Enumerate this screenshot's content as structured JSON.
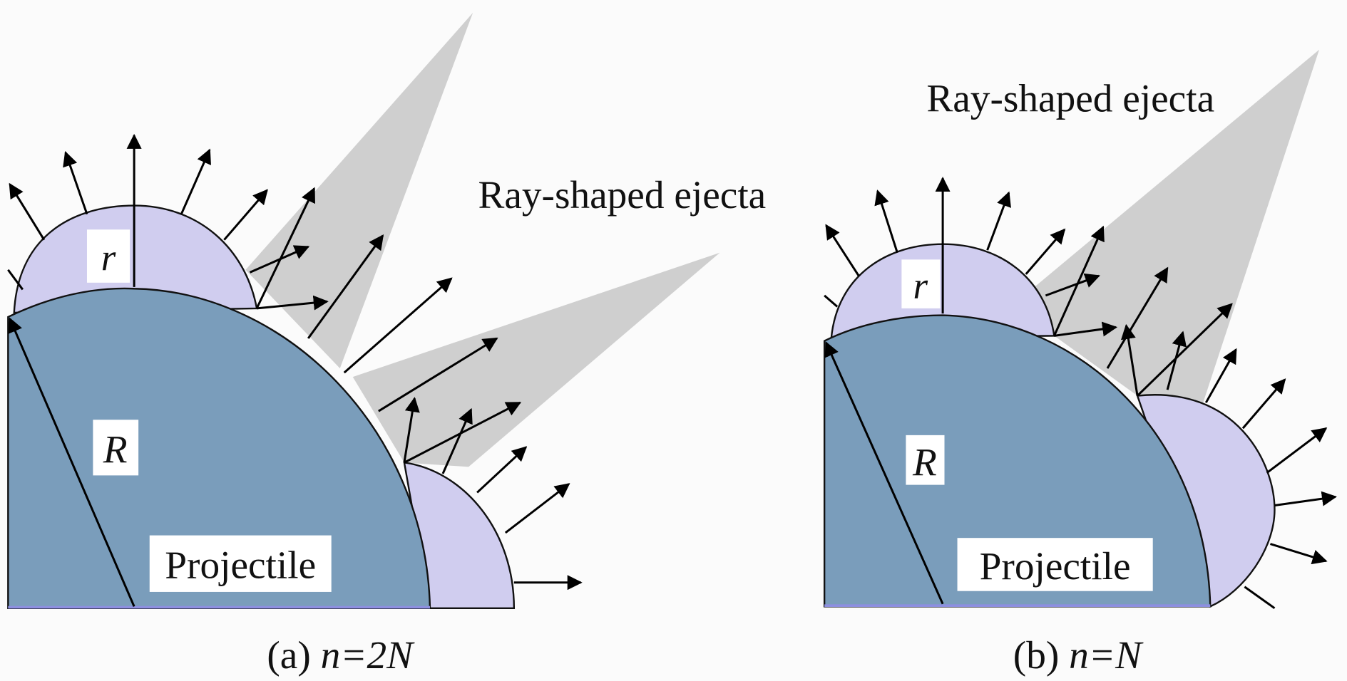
{
  "panels": [
    {
      "caption_prefix": "(a) ",
      "caption_math": "n=2N",
      "ejecta_label": "Ray-shaped ejecta",
      "small_radius_label": "r",
      "large_radius_label": "R",
      "body_label": "Projectile"
    },
    {
      "caption_prefix": "(b) ",
      "caption_math": "n=N",
      "ejecta_label": "Ray-shaped ejecta",
      "small_radius_label": "r",
      "large_radius_label": "R",
      "body_label": "Projectile"
    }
  ],
  "colors": {
    "projectile": "#7a9dbb",
    "cap": "#d0cdef",
    "ejecta": "#cfcfcf",
    "background": "#fbfbfb"
  }
}
